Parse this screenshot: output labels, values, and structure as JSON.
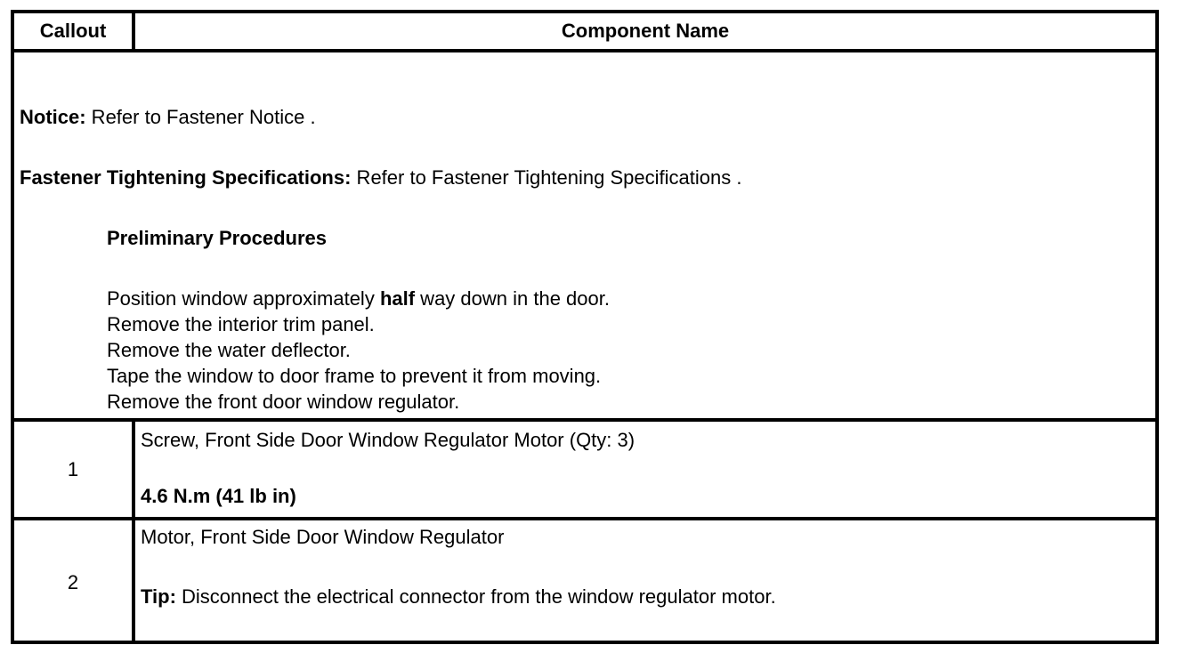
{
  "table": {
    "headers": {
      "callout": "Callout",
      "component_name": "Component Name"
    },
    "notice": {
      "label": "Notice:",
      "text": " Refer to Fastener Notice ."
    },
    "fastener_specs": {
      "label": "Fastener Tightening Specifications:",
      "text": " Refer to Fastener Tightening Specifications ."
    },
    "preliminary": {
      "heading": "Preliminary Procedures",
      "steps": [
        {
          "before": "Position window approximately ",
          "bold": "half",
          "after": " way down in the door."
        },
        {
          "text": "Remove the interior trim panel."
        },
        {
          "text": "Remove the water deflector."
        },
        {
          "text": "Tape the window to door frame to prevent it from moving."
        },
        {
          "text": "Remove the front door window regulator."
        }
      ]
    },
    "rows": [
      {
        "callout": "1",
        "name": "Screw, Front Side Door Window Regulator Motor (Qty: 3)",
        "spec": "4.6 N.m (41 lb in)"
      },
      {
        "callout": "2",
        "name": "Motor, Front Side Door Window Regulator",
        "tip_label": "Tip:",
        "tip_text": " Disconnect the electrical connector from the window regulator motor."
      }
    ]
  }
}
